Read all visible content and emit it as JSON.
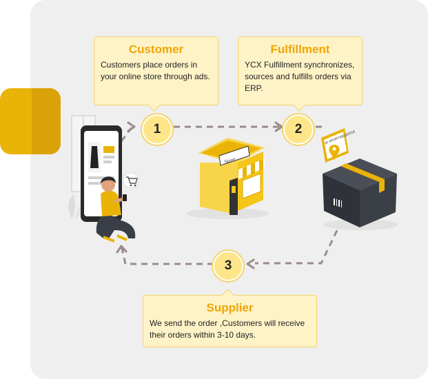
{
  "colors": {
    "accent": "#f0a500",
    "panel": "#efefef",
    "tab": "#eab308",
    "card_bg": "#fef3c7"
  },
  "cards": {
    "customer": {
      "title": "Customer",
      "desc": "Customers place orders in your online store through ads."
    },
    "fulfillment": {
      "title": "Fulfillment",
      "desc": "YCX Fulfillment synchronizes, sources and fulfills orders via ERP."
    },
    "supplier": {
      "title": "Supplier",
      "desc": "We send the order ,Customers will receive their orders within 3-10 days."
    }
  },
  "steps": [
    "1",
    "2",
    "3"
  ],
  "illustrations": {
    "store_sign": "Store",
    "box_label": "ID  #PORTABLE0018"
  }
}
